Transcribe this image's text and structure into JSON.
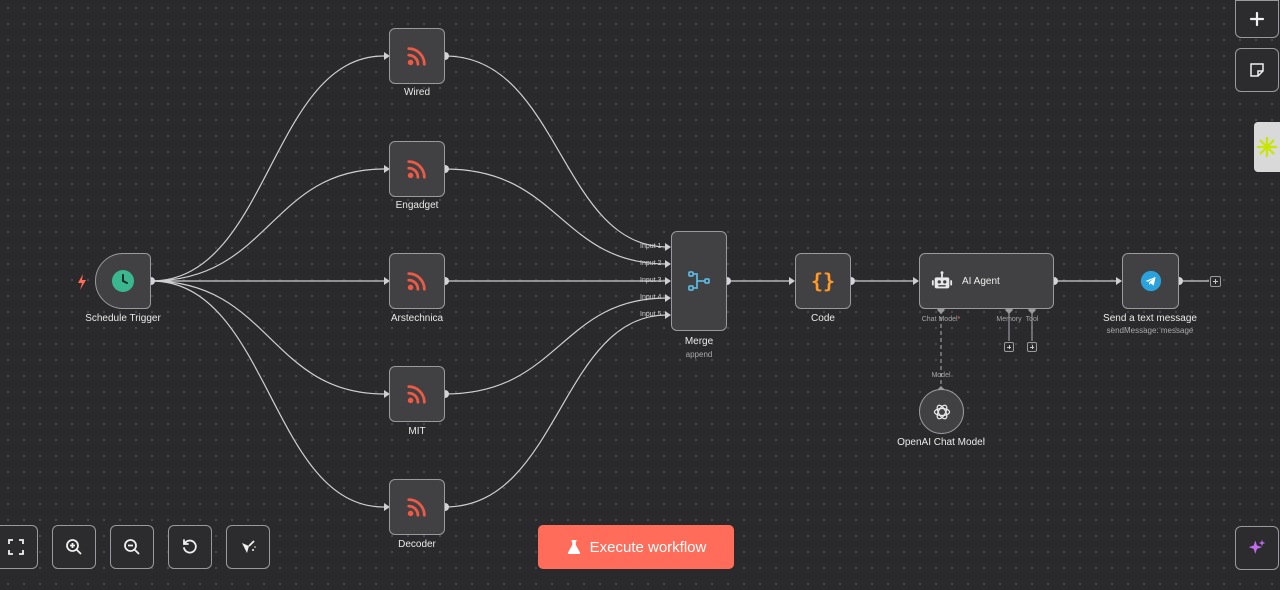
{
  "nodes": {
    "trigger": {
      "label": "Schedule Trigger"
    },
    "wired": {
      "label": "Wired"
    },
    "engadget": {
      "label": "Engadget"
    },
    "arstechnica": {
      "label": "Arstechnica"
    },
    "mit": {
      "label": "MIT"
    },
    "decoder": {
      "label": "Decoder"
    },
    "merge": {
      "label": "Merge",
      "sublabel": "append",
      "inputs": [
        "Input 1",
        "Input 2",
        "Input 3",
        "Input 4",
        "Input 5"
      ]
    },
    "code": {
      "label": "Code",
      "icon_text": "{}"
    },
    "agent": {
      "label": "AI Agent",
      "ports": {
        "chat_model": "Chat Model",
        "chat_model_required": "*",
        "memory": "Memory",
        "tool": "Tool"
      }
    },
    "openai": {
      "label": "OpenAI Chat Model",
      "port": "Model"
    },
    "telegram": {
      "label": "Send a text message",
      "sublabel": "sendMessage: message"
    }
  },
  "toolbar": {
    "execute_label": "Execute workflow",
    "controls": [
      "fit-view-icon",
      "zoom-in-icon",
      "zoom-out-icon",
      "reset-icon",
      "tidy-up-icon"
    ]
  },
  "icons": {
    "trigger": "clock-icon",
    "feeds": "rss-icon",
    "merge": "merge-icon",
    "agent": "robot-icon",
    "openai": "openai-icon",
    "telegram": "telegram-icon"
  },
  "colors": {
    "accent": "#ff6d5a",
    "rss": "#ee5a45",
    "clock": "#3bb78f",
    "merge": "#5db5d9",
    "code": "#ff9b26",
    "telegram": "#2aa2dd",
    "assistant": "#c26bef"
  }
}
